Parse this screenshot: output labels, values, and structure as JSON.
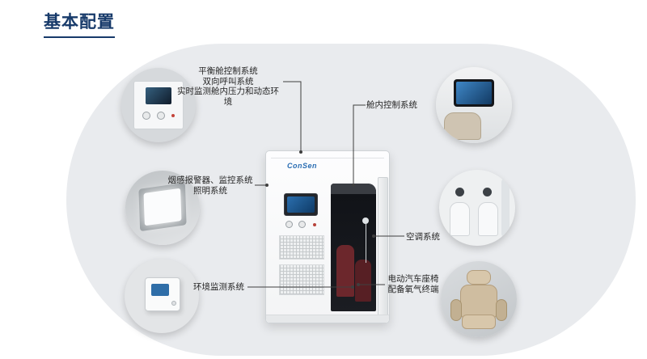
{
  "title": "基本配置",
  "machine": {
    "logo": "ConSen"
  },
  "callouts": {
    "balance": {
      "line1": "平衡舱控制系统",
      "line2": "双向呼叫系统",
      "line3": "实时监测舱内压力和动态环境"
    },
    "smoke": {
      "line1": "烟感报警器、监控系统",
      "line2": "照明系统"
    },
    "env": {
      "line1": "环境监测系统"
    },
    "cabin": {
      "line1": "舱内控制系统"
    },
    "ac": {
      "line1": "空调系统"
    },
    "seat": {
      "line1": "电动汽车座椅",
      "line2": "配备氧气终端"
    }
  },
  "colors": {
    "accent": "#173a6a",
    "connector": "#3f3f3f",
    "background_pill": "#e9ebee"
  }
}
